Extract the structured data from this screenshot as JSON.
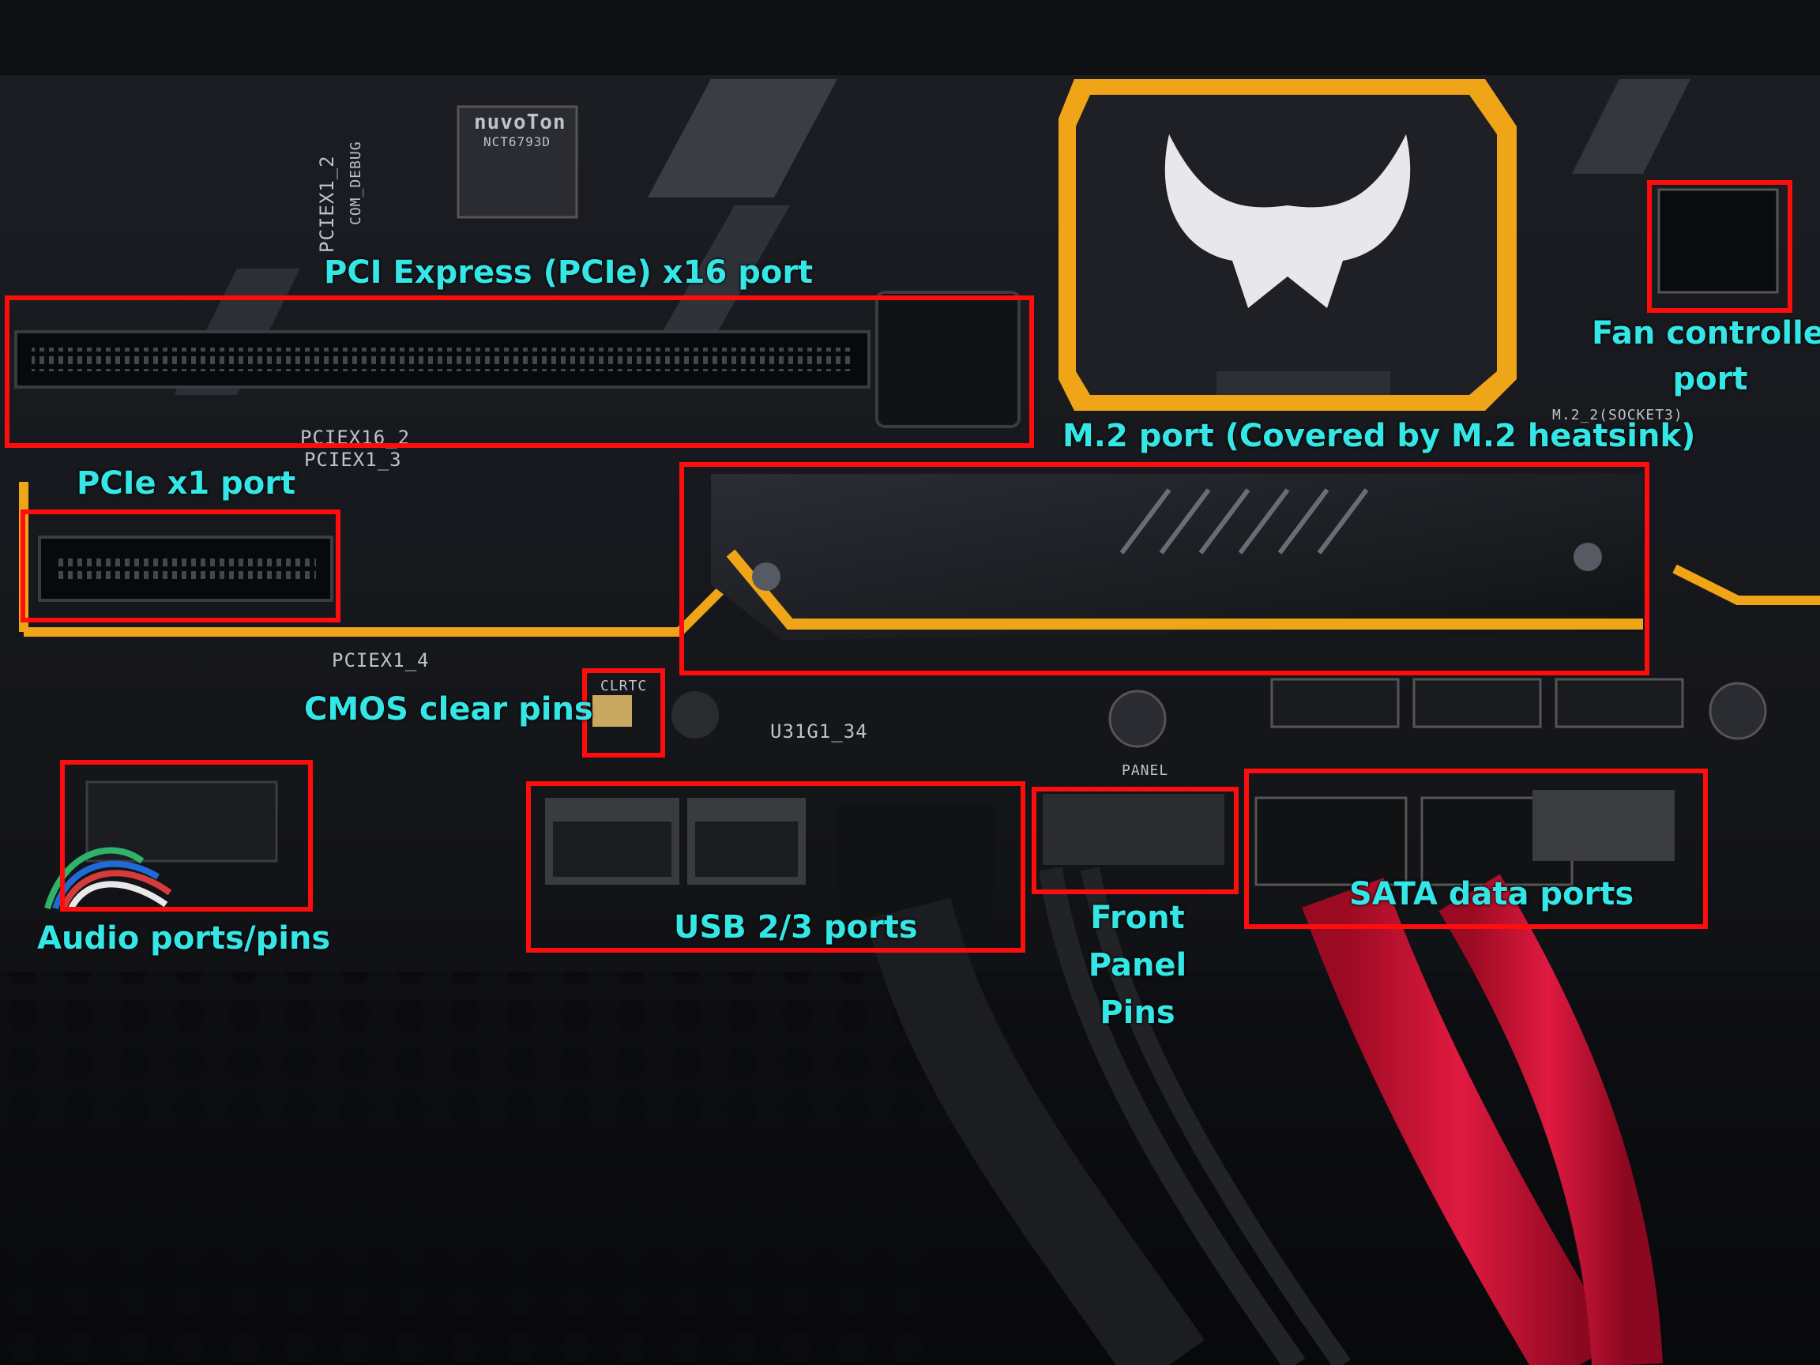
{
  "photo": {
    "subject": "motherboard close-up with annotated ports",
    "colors": {
      "board": "#1a1c22",
      "accent_yellow": "#f0a418",
      "highlight_box": "#ff0d0d",
      "label_text": "#35e6e6",
      "sata_cable": "#e0143c"
    }
  },
  "board_markings": {
    "chip_brand": "nuvoTon",
    "chip_model": "NCT6793D",
    "pciex1_2": "PCIEX1_2",
    "com_debug": "COM_DEBUG",
    "pciex16_2": "PCIEX16_2",
    "pciex1_3": "PCIEX1_3",
    "pciex1_4": "PCIEX1_4",
    "clrtc": "CLRTC",
    "usb_header": "U31G1_34",
    "panel": "PANEL",
    "m2_socket": "M.2_2(SOCKET3)"
  },
  "annotations": {
    "pcie_x16": "PCI Express (PCIe) x16 port",
    "pcie_x1": "PCIe x1 port",
    "fan_controller_line1": "Fan controller",
    "fan_controller_line2": "port",
    "m2": "M.2 port (Covered by M.2 heatsink)",
    "cmos": "CMOS clear pins",
    "audio": "Audio ports/pins",
    "usb": "USB 2/3 ports",
    "front_panel_line1": "Front",
    "front_panel_line2": "Panel",
    "front_panel_line3": "Pins",
    "sata": "SATA data ports"
  }
}
